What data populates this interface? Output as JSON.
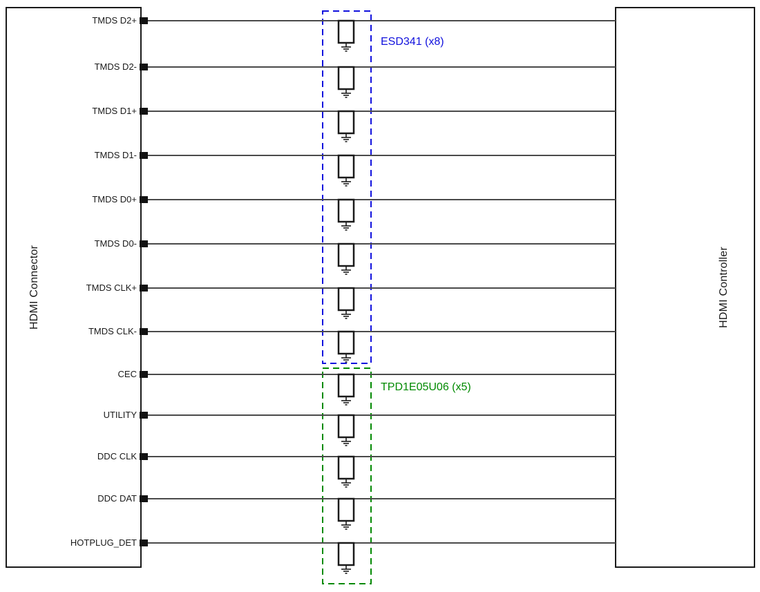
{
  "diagram": {
    "left_box": {
      "label": "HDMI Connector"
    },
    "right_box": {
      "label": "HDMI Controller"
    },
    "signals": [
      "TMDS D2+",
      "TMDS D2-",
      "TMDS D1+",
      "TMDS D1-",
      "TMDS D0+",
      "TMDS D0-",
      "TMDS CLK+",
      "TMDS CLK-",
      "CEC",
      "UTILITY",
      "DDC CLK",
      "DDC DAT",
      "HOTPLUG_DET"
    ],
    "protection_groups": [
      {
        "label": "ESD341 (x8)",
        "part": "ESD341",
        "count": 8,
        "color": "#1111dd",
        "first_signal": "TMDS D2+",
        "last_signal": "TMDS CLK-"
      },
      {
        "label": "TPD1E05U06 (x5)",
        "part": "TPD1E05U06",
        "count": 5,
        "color": "#008a00",
        "first_signal": "CEC",
        "last_signal": "HOTPLUG_DET"
      }
    ],
    "colors": {
      "line": "#4a4a4a",
      "box_border": "#1a1a1a",
      "pin": "#111111",
      "background": "#ffffff"
    }
  }
}
